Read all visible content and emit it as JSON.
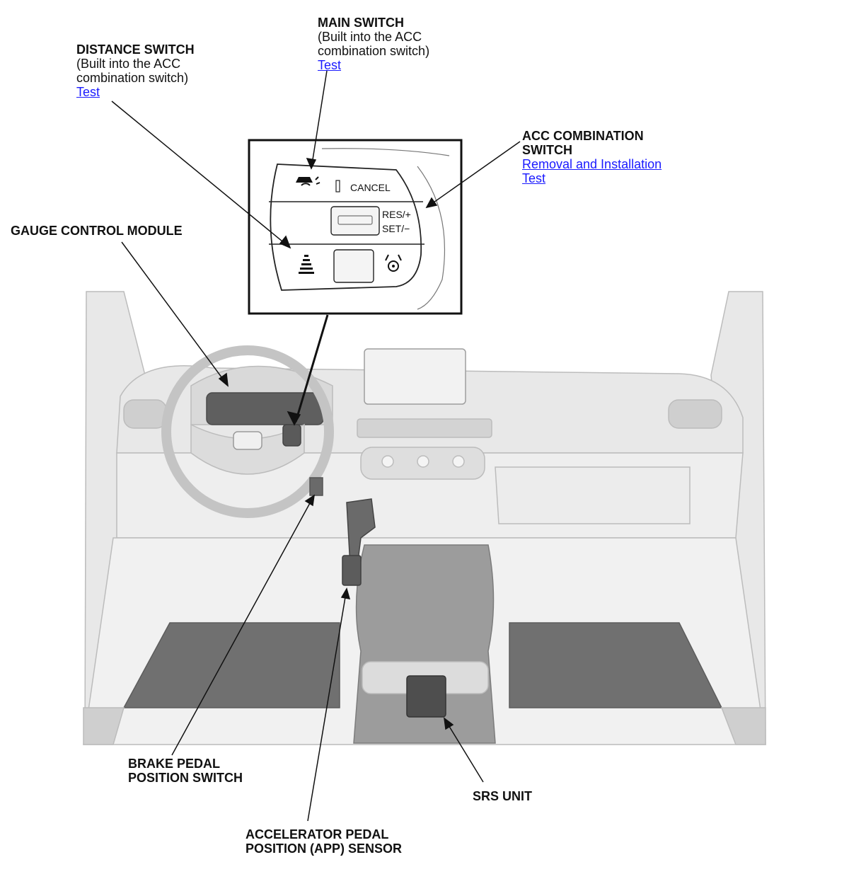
{
  "labels": {
    "main_switch": {
      "title": "MAIN SWITCH",
      "desc1": "(Built into the ACC",
      "desc2": "combination switch)",
      "link": "Test"
    },
    "distance_switch": {
      "title": "DISTANCE SWITCH",
      "desc1": "(Built into the ACC",
      "desc2": "combination switch)",
      "link": "Test"
    },
    "acc_combination_switch": {
      "title1": "ACC COMBINATION",
      "title2": "SWITCH",
      "link1": "Removal and Installation",
      "link2": "Test"
    },
    "gauge_control_module": {
      "title": "GAUGE CONTROL MODULE"
    },
    "brake_pedal_position_switch": {
      "title1": "BRAKE PEDAL",
      "title2": "POSITION SWITCH"
    },
    "srs_unit": {
      "title": "SRS UNIT"
    },
    "app_sensor": {
      "title1": "ACCELERATOR PEDAL",
      "title2": "POSITION (APP) SENSOR"
    }
  },
  "inset": {
    "cancel": "CANCEL",
    "res": "RES/+",
    "set": "SET/−"
  },
  "colors": {
    "link": "#1a1aff",
    "line": "#111111",
    "interior_fill": "#e6e6e6",
    "interior_stroke": "#bdbdbd",
    "floor_mat": "#6e6e6e",
    "console": "#9a9a9a"
  }
}
